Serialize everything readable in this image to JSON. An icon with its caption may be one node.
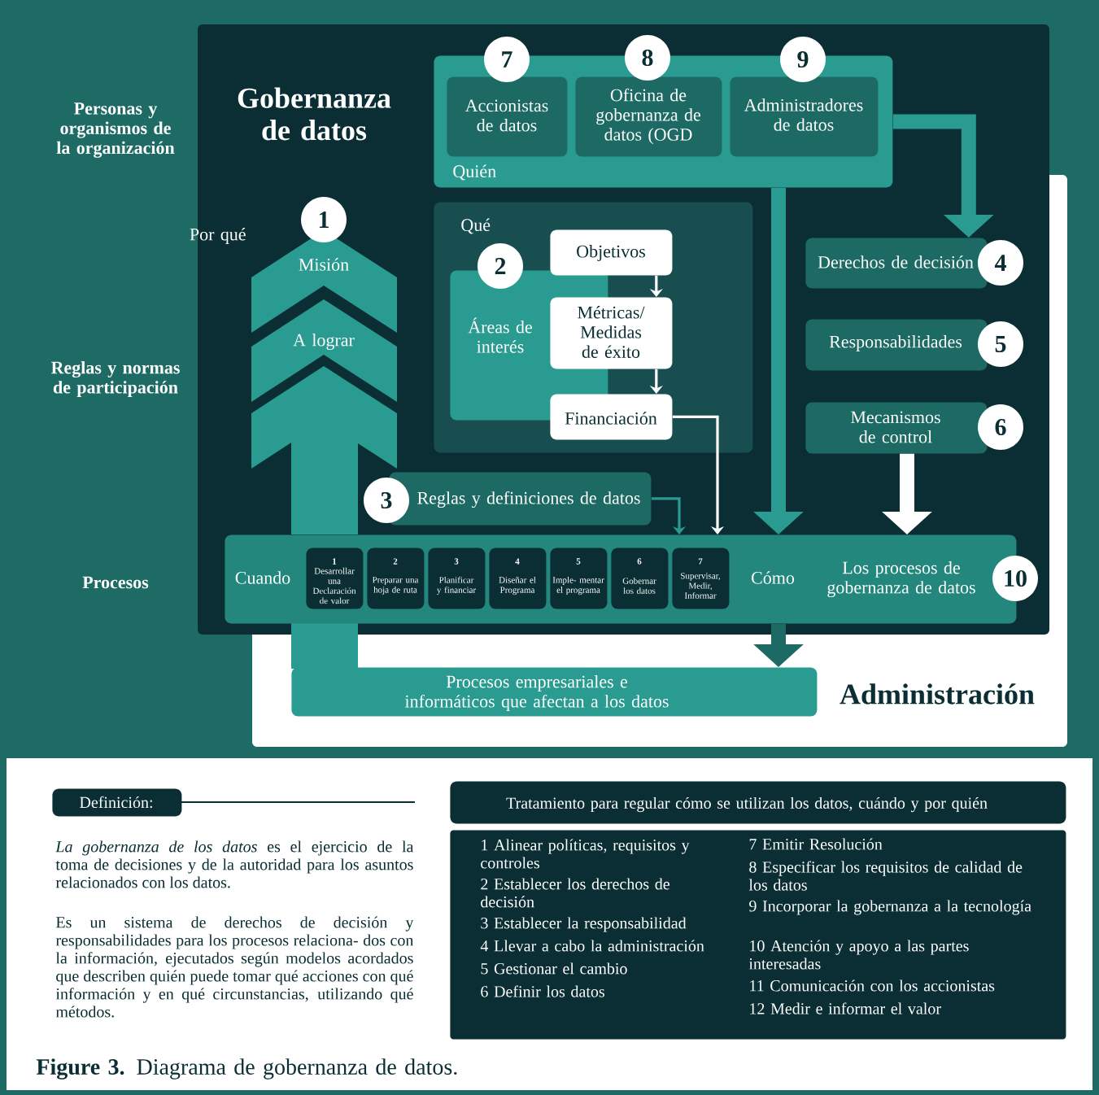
{
  "diagram": {
    "title": "Gobernanza de datos",
    "caption": "**Figure 3.** Diagrama de gobernanza de datos.",
    "nodes": [
      {
        "text": [
          "Quién"
        ]
      },
      {
        "text": [
          "7",
          "Accionistas de datos"
        ],
        "in": 0
      },
      {
        "text": [
          "8",
          "Oficina de gobernanza de datos (OGD"
        ],
        "in": 0
      },
      {
        "text": [
          "9",
          "Administradores de datos"
        ],
        "in": 0
      },
      {
        "text": [
          "Qué"
        ]
      },
      {
        "text": [
          "2",
          "Áreas de interés"
        ],
        "in": 4
      },
      {
        "text": [
          "Objetivos"
        ],
        "in": 4
      },
      {
        "text": [
          "Métricas/ Medidas de éxito"
        ],
        "in": 4
      },
      {
        "text": [
          "Financiación"
        ],
        "in": 4
      },
      {
        "text": [
          "Derechos de decisión",
          "4"
        ]
      },
      {
        "text": [
          "Responsabilidades",
          "5"
        ]
      },
      {
        "text": [
          "Mecanismos de control",
          "6"
        ]
      },
      {
        "text": [
          "3",
          "Reglas y definiciones de datos"
        ]
      },
      {
        "text": [
          "Cuando",
          "Cómo",
          "Los procesos de gobernanza de datos",
          "10"
        ]
      },
      {
        "text": [
          "1",
          "Desarrollar una Declaración de valor"
        ],
        "in": 13
      },
      {
        "text": [
          "2",
          "Preparar una hoja de ruta"
        ],
        "in": 13
      },
      {
        "text": [
          "3",
          "Planificar y financiar"
        ],
        "in": 13
      },
      {
        "text": [
          "4",
          "Diseñar el Programa"
        ],
        "in": 13
      },
      {
        "text": [
          "5",
          "Imple- mentar el programa"
        ],
        "in": 13
      },
      {
        "text": [
          "6",
          "Gobernar los datos"
        ],
        "in": 13
      },
      {
        "text": [
          "7",
          "Supervisar, Medir, Informar"
        ],
        "in": 13
      },
      {
        "text": [
          "1",
          "Misión",
          "A lograr"
        ],
        "beside": [
          "Por qué"
        ]
      },
      {
        "text": [
          "Procesos empresariales e informáticos que afectan a los datos"
        ]
      },
      {
        "text": [
          "Definición:"
        ]
      },
      {
        "text": [
          "Tratamiento para regular cómo se utilizan los datos, cuándo y por quién"
        ]
      },
      {
        "text": [
          "1 Alinear políticas, requisitos y controles",
          "2 Establecer los derechos de decisión",
          "3 Establecer la responsabilidad",
          "4 Llevar a cabo la administración",
          "5 Gestionar el cambio",
          "6 Definir los datos",
          "7 Emitir Resolución",
          "8 Especificar los requisitos de calidad de los datos",
          "9 Incorporar la gobernanza a la tecnología",
          "10 Atención y apoyo a las partes interesadas",
          "11 Comunicación con los accionistas",
          "12 Medir e informar el valor"
        ]
      }
    ],
    "edges": [
      {
        "from": 0,
        "to": 9,
        "arrow": "to",
        "style": "thick",
        "color": "#2a9b91"
      },
      {
        "from": 0,
        "to": 13,
        "arrow": "to",
        "style": "thick",
        "color": "#2a9b91"
      },
      {
        "from": 6,
        "to": 7,
        "arrow": "to"
      },
      {
        "from": 7,
        "to": 8,
        "arrow": "to"
      },
      {
        "from": 8,
        "to": 13,
        "arrow": "to"
      },
      {
        "from": 12,
        "to": 13,
        "arrow": "to",
        "color": "#2a9b91"
      },
      {
        "from": 11,
        "to": 13,
        "arrow": "to",
        "style": "thick"
      },
      {
        "from": 13,
        "to": 22,
        "arrow": "to",
        "style": "thick",
        "color": "#1d6a64"
      }
    ],
    "labels": [
      "Personas y organismos de la organización",
      "Reglas y normas de participación",
      "Procesos",
      "Administración",
      "*La gobernanza de los datos* es el ejercicio de la toma de decisiones y de la autoridad para los asuntos relacionados con los datos.",
      "Es un sistema de derechos de decisión y responsabilidades para los procesos relaciona- dos con la información, ejecutados según modelos acordados que describen quién puede tomar qué acciones con qué información y en qué circunstancias, utilizando qué métodos."
    ]
  }
}
